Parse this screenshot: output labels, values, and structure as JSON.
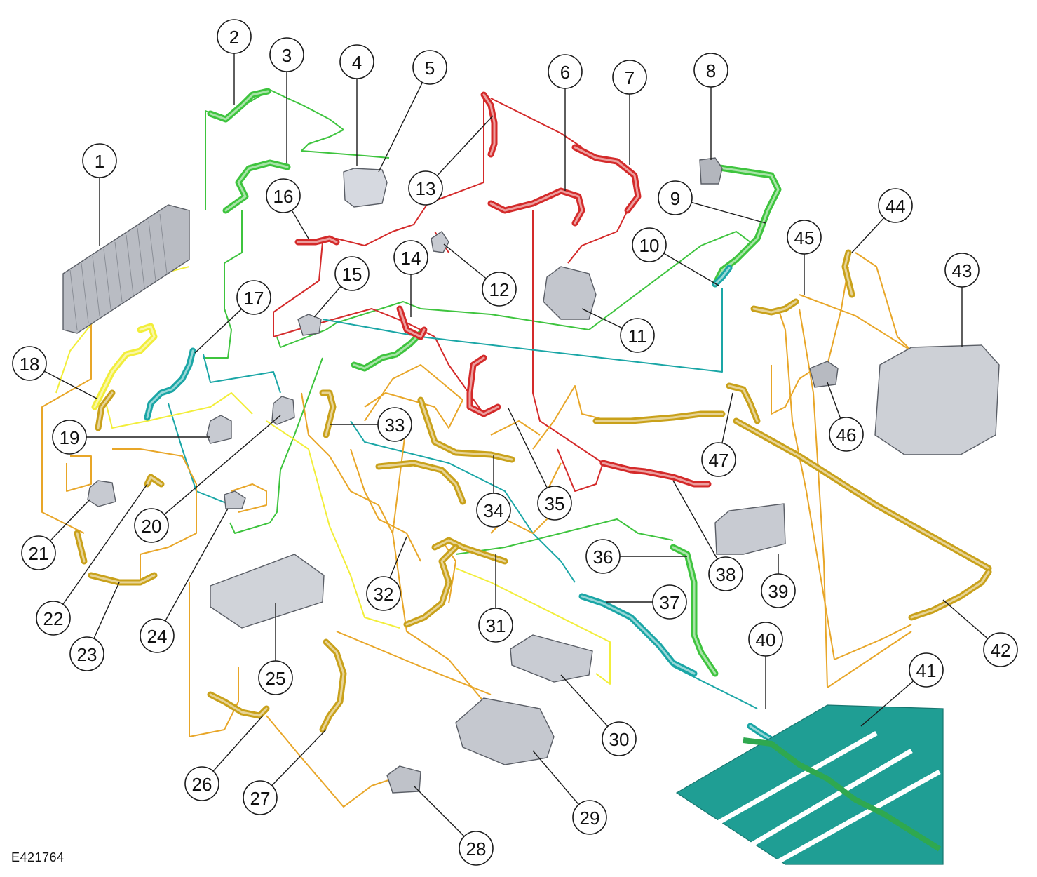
{
  "figure_id": "E421764",
  "colors": {
    "green": "#3ec43e",
    "red": "#d42a2a",
    "teal": "#1aa6a6",
    "yellow": "#f2ee3a",
    "orange": "#e8a628",
    "gold": "#c9a11a",
    "battery_tray": "#1f9e94",
    "part_gray": "#c7cad1"
  },
  "callouts": [
    {
      "number": "1"
    },
    {
      "number": "2"
    },
    {
      "number": "3"
    },
    {
      "number": "4"
    },
    {
      "number": "5"
    },
    {
      "number": "6"
    },
    {
      "number": "7"
    },
    {
      "number": "8"
    },
    {
      "number": "9"
    },
    {
      "number": "10"
    },
    {
      "number": "11"
    },
    {
      "number": "12"
    },
    {
      "number": "13"
    },
    {
      "number": "14"
    },
    {
      "number": "15"
    },
    {
      "number": "16"
    },
    {
      "number": "17"
    },
    {
      "number": "18"
    },
    {
      "number": "19"
    },
    {
      "number": "20"
    },
    {
      "number": "21"
    },
    {
      "number": "22"
    },
    {
      "number": "23"
    },
    {
      "number": "24"
    },
    {
      "number": "25"
    },
    {
      "number": "26"
    },
    {
      "number": "27"
    },
    {
      "number": "28"
    },
    {
      "number": "29"
    },
    {
      "number": "30"
    },
    {
      "number": "31"
    },
    {
      "number": "32"
    },
    {
      "number": "33"
    },
    {
      "number": "34"
    },
    {
      "number": "35"
    },
    {
      "number": "36"
    },
    {
      "number": "37"
    },
    {
      "number": "38"
    },
    {
      "number": "39"
    },
    {
      "number": "40"
    },
    {
      "number": "41"
    },
    {
      "number": "42"
    },
    {
      "number": "43"
    },
    {
      "number": "44"
    },
    {
      "number": "45"
    },
    {
      "number": "46"
    },
    {
      "number": "47"
    }
  ]
}
